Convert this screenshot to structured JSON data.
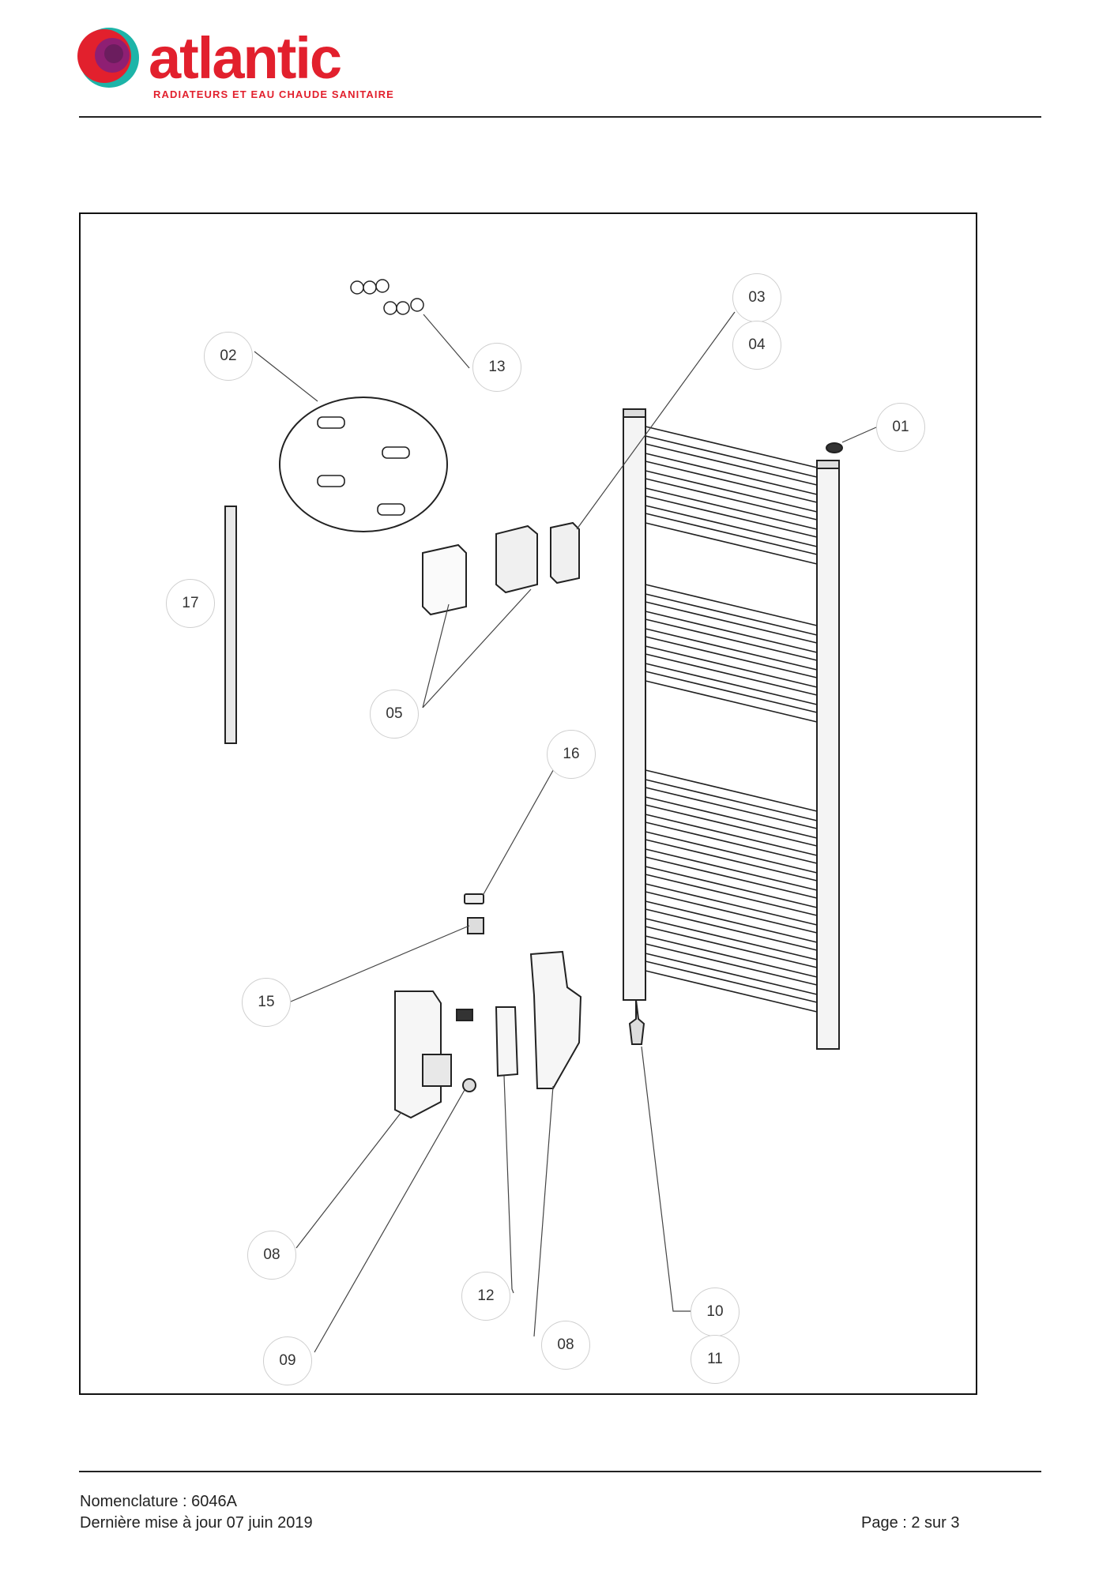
{
  "brand": {
    "name": "atlantic",
    "tagline": "RADIATEURS ET EAU CHAUDE SANITAIRE",
    "colors": {
      "text": "#E2202D",
      "ring1": "#E2202D",
      "ring2": "#1DB4A8",
      "ring3": "#8E1F73"
    }
  },
  "diagram": {
    "callouts": [
      "01",
      "02",
      "03",
      "04",
      "05",
      "08",
      "08",
      "09",
      "10",
      "11",
      "12",
      "13",
      "15",
      "16",
      "17"
    ]
  },
  "footer": {
    "nomenclature": "Nomenclature : 6046A",
    "last_update": "Dernière mise à jour 07 juin 2019",
    "page": "Page : 2 sur 3"
  }
}
